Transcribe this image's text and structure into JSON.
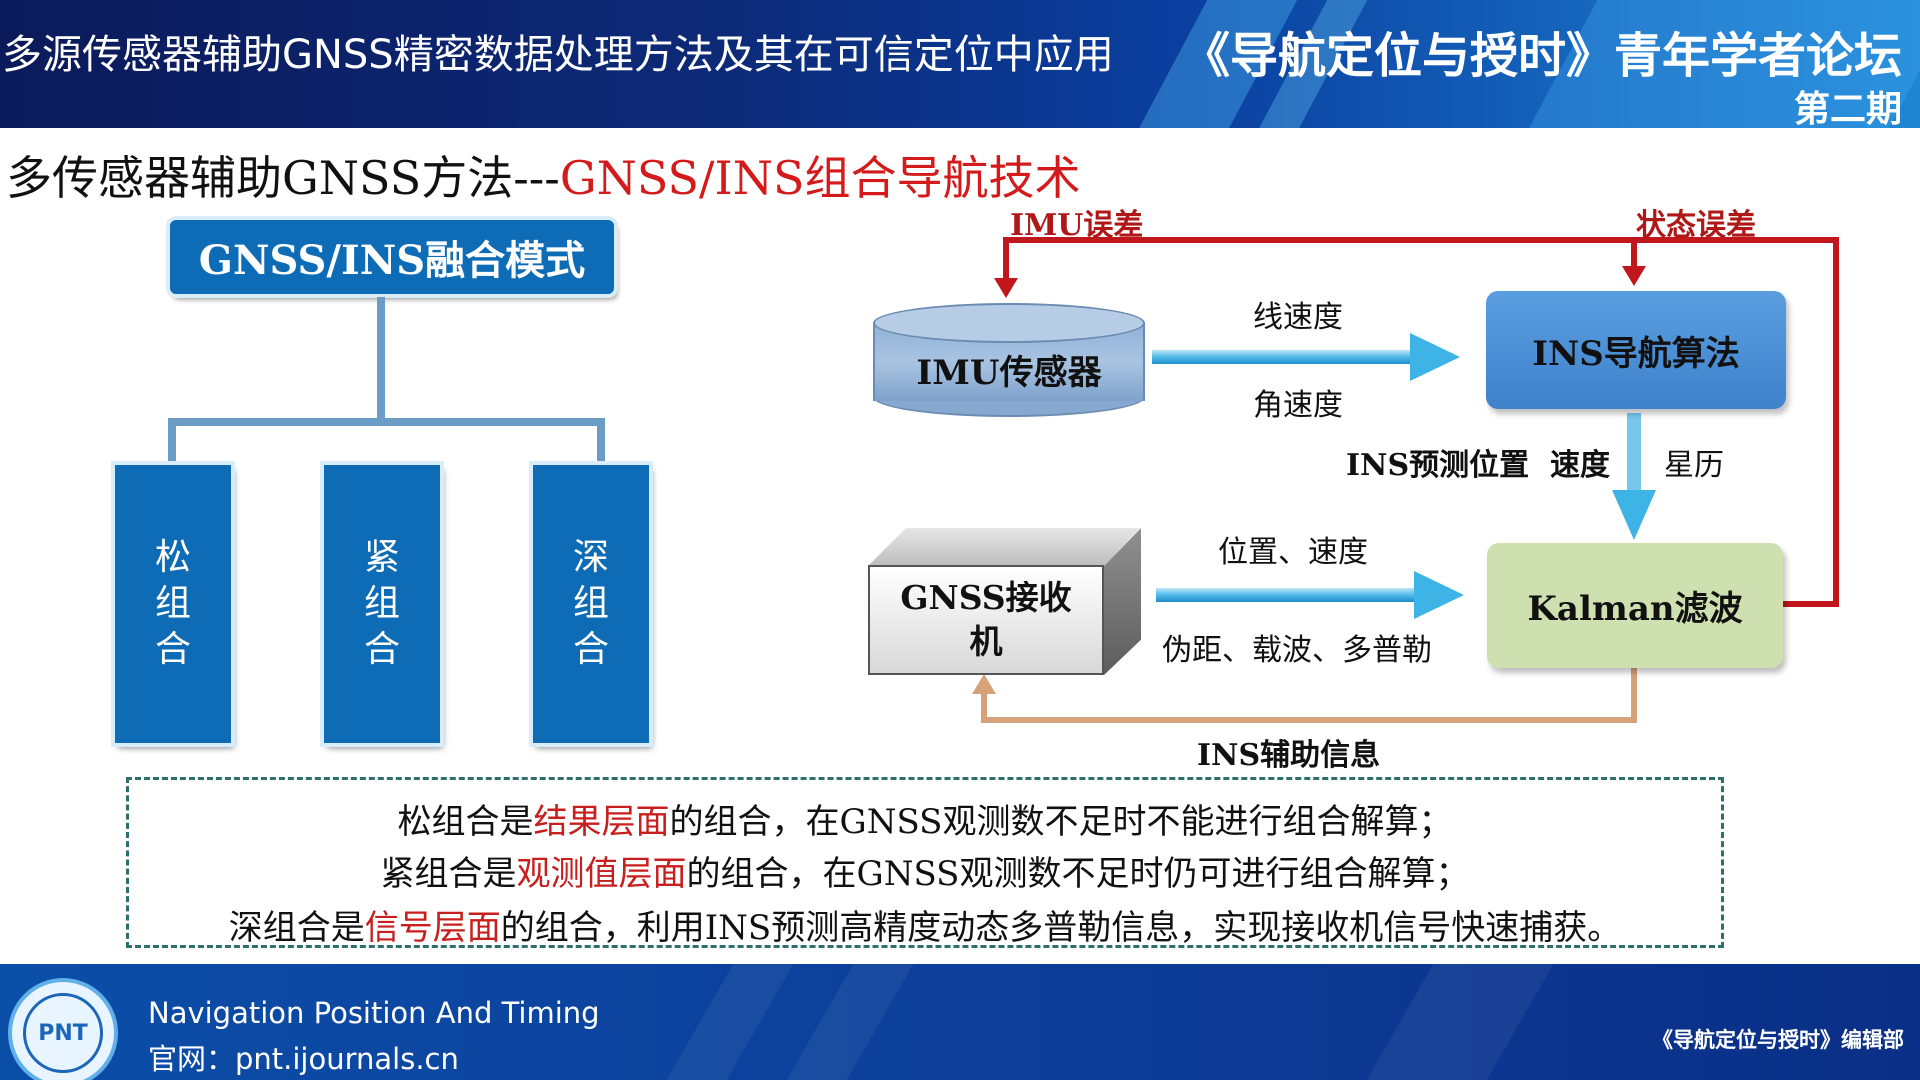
{
  "header": {
    "talk_title": "多源传感器辅助GNSS精密数据处理方法及其在可信定位中应用",
    "forum_title": "《导航定位与授时》青年学者论坛",
    "forum_issue": "第二期"
  },
  "slide": {
    "title_prefix": "多传感器辅助GNSS方法---",
    "title_highlight": "GNSS/INS组合导航技术"
  },
  "fusion_tree": {
    "root": "GNSS/INS融合模式",
    "leaves": [
      [
        "松",
        "组",
        "合"
      ],
      [
        "紧",
        "组",
        "合"
      ],
      [
        "深",
        "组",
        "合"
      ]
    ]
  },
  "diagram": {
    "imu_error": "IMU误差",
    "state_error": "状态误差",
    "imu_sensor": "IMU传感器",
    "ins_algorithm": "INS导航算法",
    "linear_velocity": "线速度",
    "angular_velocity": "角速度",
    "ins_prediction": "INS预测位置  速度",
    "ephemeris": "星历",
    "gnss_receiver_line1": "GNSS接收",
    "gnss_receiver_line2": "机",
    "position_velocity": "位置、速度",
    "observables": "伪距、载波、多普勒",
    "kalman": "Kalman滤波",
    "ins_aid": "INS辅助信息"
  },
  "summary": [
    {
      "prefix": "松组合是",
      "highlight": "结果层面",
      "suffix": "的组合，在GNSS观测数不足时不能进行组合解算；"
    },
    {
      "prefix": "紧组合是",
      "highlight": "观测值层面",
      "suffix": "的组合，在GNSS观测数不足时仍可进行组合解算；"
    },
    {
      "prefix": "深组合是",
      "highlight": "信号层面",
      "suffix": "的组合，利用INS预测高精度动态多普勒信息，实现接收机信号快速捕获。"
    }
  ],
  "footer": {
    "journal_en": "Navigation Position And Timing",
    "website": "官网：pnt.ijournals.cn",
    "editor": "《导航定位与授时》编辑部",
    "logo_text": "PNT"
  },
  "colors": {
    "header_bg": "#0d2a78",
    "box_blue": "#0e6bb5",
    "highlight_red": "#d41a1a",
    "kalman_green": "#cfe0b0",
    "arrow_red": "#c0161c",
    "arrow_tan": "#d7a27a",
    "arrow_blue": "#3db3e6"
  }
}
